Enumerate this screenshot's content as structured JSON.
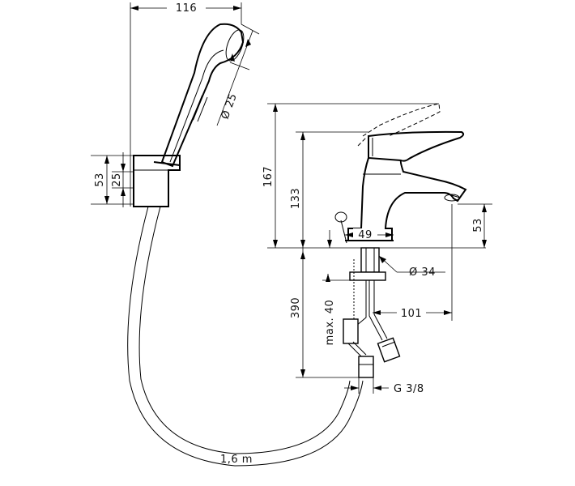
{
  "dimensions": {
    "handshower_width": "116",
    "handshower_diameter": "Ø 25",
    "holder_total_height": "53",
    "holder_height": "25",
    "mixer_height_lever": "167",
    "mixer_height": "133",
    "spout_height": "53",
    "base_depth": "49",
    "base_diameter": "Ø 34",
    "install_depth": "390",
    "max_thickness": "max. 40",
    "spout_projection": "101",
    "connection_thread": "G 3/8",
    "hose_length": "1,6 m"
  }
}
